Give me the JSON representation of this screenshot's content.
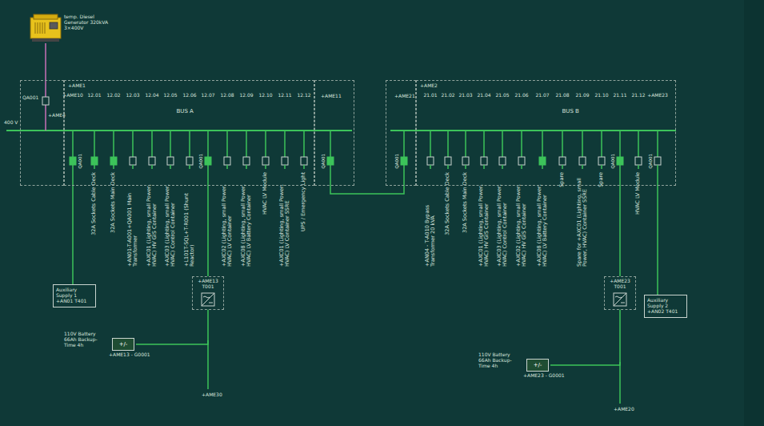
{
  "diagram": {
    "nodes": [
      {
        "text": [
          "temp. Diesel Generator 320kVA 3×400V"
        ]
      },
      {
        "text": [
          "QA001",
          "+AME4"
        ]
      },
      {
        "text": [
          "+AME1",
          "BUS A"
        ]
      },
      {
        "text": [
          "+AME11"
        ]
      },
      {
        "text": [
          "+AME21"
        ]
      },
      {
        "text": [
          "+AME2",
          "BUS B"
        ]
      },
      {
        "text": [
          "Auxiliary Supply 1 +AN01 T401"
        ]
      },
      {
        "text": [
          "+AME13 T001"
        ]
      },
      {
        "text": [
          "110V Battery 66Ah Backup-Time 4h",
          "+/-",
          "+AME13 - G0001"
        ]
      },
      {
        "text": [
          "Auxiliary Supply 2 +AN02 T401"
        ]
      },
      {
        "text": [
          "+AME23 T001"
        ]
      },
      {
        "text": [
          "110V Battery 66Ah Backup-Time 4h",
          "+/-",
          "+AME23 - G0001"
        ]
      }
    ],
    "edges": [
      {
        "from": 0,
        "to": 1,
        "arrow": "none"
      },
      {
        "from": 3,
        "to": 4,
        "arrow": "none"
      },
      {
        "from": 2,
        "to": 6,
        "arrow": "none"
      },
      {
        "from": 2,
        "to": 7,
        "arrow": "none"
      },
      {
        "from": 7,
        "to": 8,
        "arrow": "none"
      },
      {
        "from": 5,
        "to": 10,
        "arrow": "none"
      },
      {
        "from": 10,
        "to": 11,
        "arrow": "none"
      },
      {
        "from": 5,
        "to": 9,
        "arrow": "none"
      }
    ],
    "labels": [
      "400 V",
      "+AME10",
      "12.01",
      "12.02",
      "12.03",
      "12.04",
      "12.05",
      "12.06",
      "12.07",
      "12.08",
      "12.09",
      "12.10",
      "12.11",
      "12.12",
      "21.01",
      "21.02",
      "21.03",
      "21.04",
      "21.05",
      "21.06",
      "21.07",
      "21.08",
      "21.09",
      "21.10",
      "21.11",
      "21.12",
      "+AME23",
      "QA001",
      "QA001",
      "QA001",
      "QA001",
      "QA001",
      "QA001",
      "32A Sockets Cable Deck",
      "32A Sockets Main Deck",
      "+AN01-T-A001+QA001 Main Transformer",
      "+AXC01 (Lighting, small Power, HVAC) HV GIS Container",
      "+AXC03 (Lighting, small Power, HVAC) Control Container",
      "+L101T-SQL+T-R001 (Shunt Reactor)",
      "+AXC02 (Lighting, small Power, HVAC) LV Container",
      "+AXC08 (Lighting, small Power, HVAC) LV Battery Container",
      "HVAC LV Module",
      "+AXC01 (Lighting, small Power, HVAC) LV Container SSRE",
      "UPS / Emergency Light",
      "+AN04 - T-A010 Bypass Transformer 20 kVA",
      "32A Sockets Cable Deck",
      "32A Sockets Main Deck",
      "+AXC01 (Lighting, small Power, HVAC) HV GIS Container",
      "+AXC03 (Lighting, small Power, HVAC) Control Container",
      "+AXC02 (Lighting, small Power, HVAC) HV GIS Container",
      "+AXC08 (Lighting, small Power, HVAC) LV Battery Container",
      "Spare",
      "Spare for +AXC01 (Lighting, small Power, HVAC) Container SSRE",
      "Spare",
      "HVAC LV Module",
      "+AME30",
      "+AME20"
    ]
  }
}
